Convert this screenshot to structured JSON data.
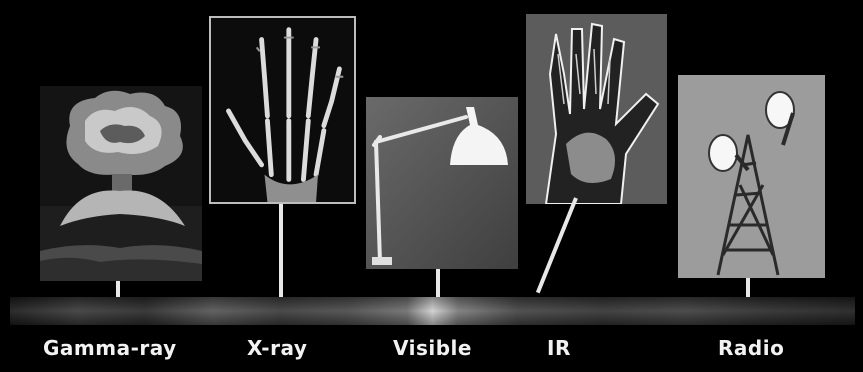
{
  "bands": [
    {
      "key": "gamma",
      "label": "Gamma-ray",
      "image": "mushroom-cloud"
    },
    {
      "key": "xray",
      "label": "X-ray",
      "image": "hand-xray"
    },
    {
      "key": "visible",
      "label": "Visible",
      "image": "desk-lamp"
    },
    {
      "key": "ir",
      "label": "IR",
      "image": "hand-infrared"
    },
    {
      "key": "radio",
      "label": "Radio",
      "image": "radio-antenna-tower"
    }
  ],
  "colors": {
    "background": "#000000",
    "label": "#f2f2f2",
    "stem": "#e8e8e8"
  }
}
